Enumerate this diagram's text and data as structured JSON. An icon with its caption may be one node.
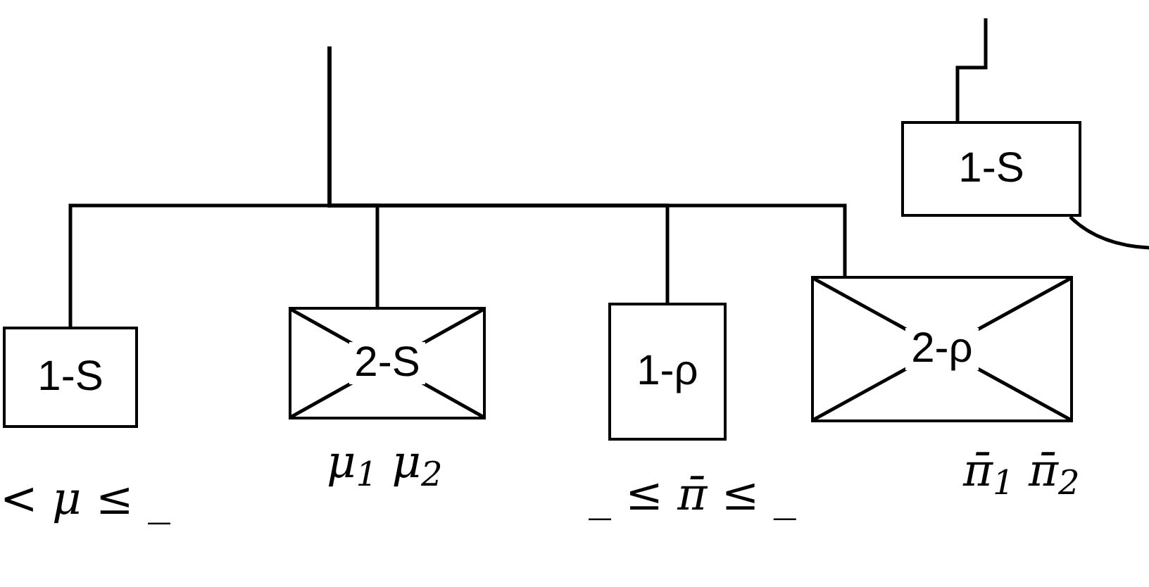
{
  "diagram": {
    "nodes": [
      {
        "text": [
          "1-S"
        ],
        "beside": [
          "< μ ≤ _"
        ]
      },
      {
        "text": [
          "2-S"
        ],
        "beside": [
          "μ$_{1}$ μ$_{2}$"
        ]
      },
      {
        "text": [
          "1-ρ"
        ],
        "beside": [
          "_ ≤ π̄ ≤ _"
        ]
      },
      {
        "text": [
          "2-ρ"
        ],
        "beside": [
          "π̄$_{1}$ π̄$_{2}$"
        ]
      },
      {
        "text": [
          "1-S"
        ]
      }
    ],
    "edges": [
      {
        "from": null,
        "to": 0,
        "arrow": "none"
      },
      {
        "from": null,
        "to": 1,
        "arrow": "none"
      },
      {
        "from": null,
        "to": 2,
        "arrow": "none"
      },
      {
        "from": null,
        "to": 3,
        "arrow": "none"
      },
      {
        "from": null,
        "to": 4,
        "arrow": "none"
      },
      {
        "from": 4,
        "to": null,
        "arrow": "none"
      }
    ]
  }
}
